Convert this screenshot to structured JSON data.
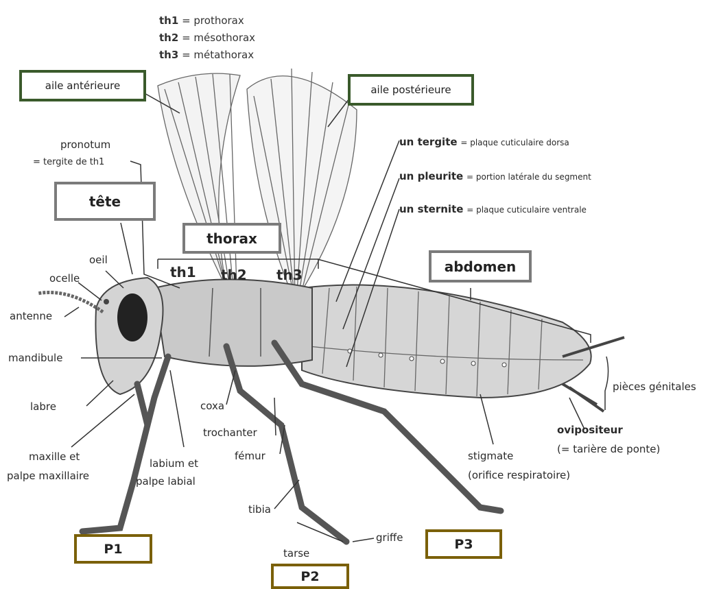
{
  "legend": {
    "th1_key": "th1",
    "th1_value": "= prothorax",
    "th2_key": "th2",
    "th2_value": "= mésothorax",
    "th3_key": "th3",
    "th3_value": "= métathorax"
  },
  "boxes": {
    "aile_anterieure": "aile antérieure",
    "aile_posterieure": "aile postérieure",
    "tete": "tête",
    "thorax": "thorax",
    "abdomen": "abdomen",
    "p1": "P1",
    "p2": "P2",
    "p3": "P3"
  },
  "segments": {
    "th1": "th1",
    "th2": "th2",
    "th3": "th3"
  },
  "labels": {
    "pronotum_1": "pronotum",
    "pronotum_2": "= tergite de th1",
    "tergite_key": "un tergite",
    "tergite_def": "= plaque cuticulaire dorsa",
    "pleurite_key": "un pleurite",
    "pleurite_def": "= portion latérale du segment",
    "sternite_key": "un sternite",
    "sternite_def": "= plaque cuticulaire ventrale",
    "oeil": "oeil",
    "ocelle": "ocelle",
    "antenne": "antenne",
    "mandibule": "mandibule",
    "labre": "labre",
    "maxille_1": "maxille et",
    "maxille_2": "palpe maxillaire",
    "labium_1": "labium et",
    "labium_2": "palpe labial",
    "coxa": "coxa",
    "trochanter": "trochanter",
    "femur": "fémur",
    "tibia": "tibia",
    "tarse": "tarse",
    "griffe": "griffe",
    "stigmate_1": "stigmate",
    "stigmate_2": "(orifice respiratoire)",
    "oviscapte_1": "ovipositeur",
    "oviscapte_2": "(= tarière de ponte)",
    "pieces": "pièces génitales"
  }
}
